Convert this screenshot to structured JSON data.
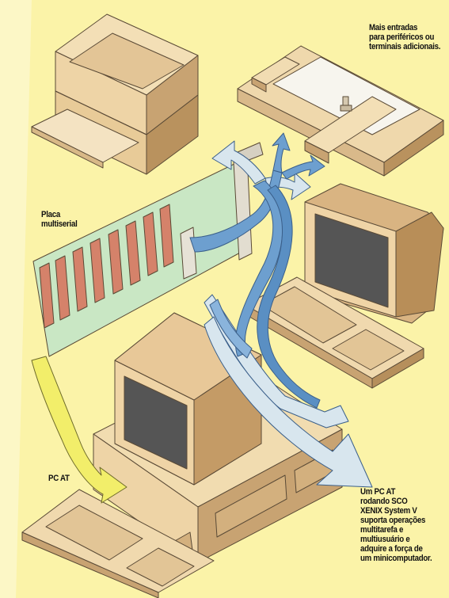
{
  "labels": {
    "mais_entradas": "Mais entradas\npara periféricos ou\nterminais adicionais.",
    "placa": "Placa\nmultiserial",
    "pc_at": "PC AT",
    "descricao": "Um PC AT\nrodando SCO\nXENIX System V\nsuporta operações\nmultitarefa e\nmultiusuário e\nadquire a força de\num minicomputador."
  },
  "colors": {
    "background": "#fbf3a8",
    "beige": "#eed4a6",
    "beige_dark": "#c8a372",
    "screen": "#555555",
    "board": "#c9e7c4",
    "chip": "#d5826a",
    "cable_blue": "#6d9fcf",
    "cable_pale": "#d8e6ee",
    "arrow_yellow": "#f2ee6a"
  },
  "icons": [
    "printer",
    "plotter",
    "terminal",
    "keyboard",
    "multiserial-card",
    "pc-at",
    "cable-arrow"
  ]
}
